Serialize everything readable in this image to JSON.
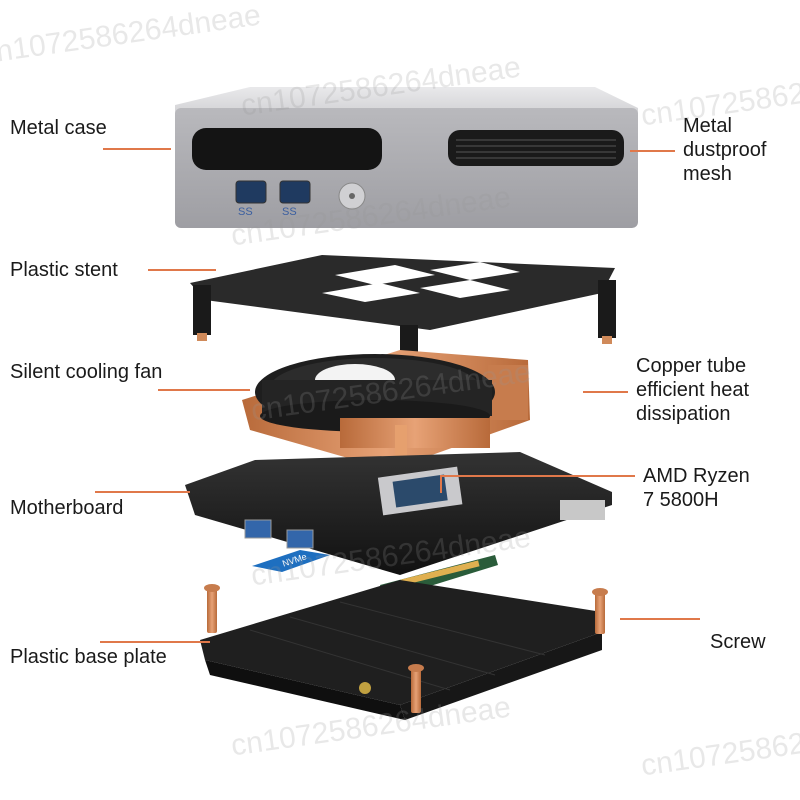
{
  "labels": {
    "metal_case": "Metal case",
    "metal_mesh": [
      "Metal",
      "dustproof",
      "mesh"
    ],
    "plastic_stent": "Plastic stent",
    "cooling_fan": "Silent cooling fan",
    "copper_tube": [
      "Copper tube",
      "efficient heat",
      "dissipation"
    ],
    "motherboard": "Motherboard",
    "cpu": [
      "AMD Ryzen",
      "7 5800H"
    ],
    "base_plate": "Plastic base plate",
    "screw": "Screw"
  },
  "watermark": "cn1072586264dneae",
  "port_label": "SS",
  "ssd_label": "NVMe",
  "colors": {
    "leader_line": "#e0784a",
    "case_silver": "#b8b8bc",
    "plastic_black": "#222222",
    "copper": "#d08a5a"
  }
}
